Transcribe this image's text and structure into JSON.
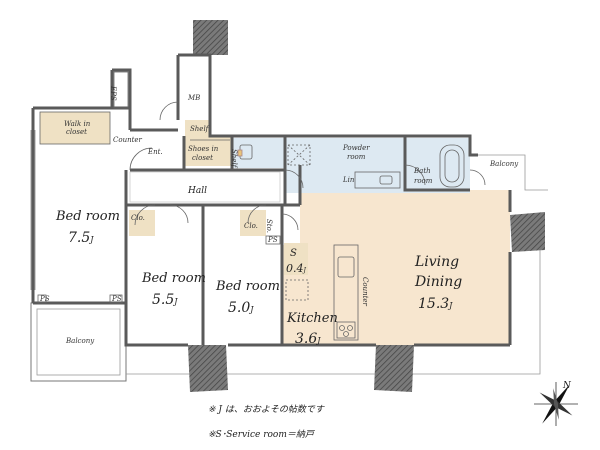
{
  "rooms": {
    "bedroom1": {
      "label": "Bed room",
      "size": "7.5",
      "unit": "J"
    },
    "bedroom2": {
      "label": "Bed room",
      "size": "5.5",
      "unit": "J"
    },
    "bedroom3": {
      "label": "Bed room",
      "size": "5.0",
      "unit": "J"
    },
    "living": {
      "label1": "Living",
      "label2": "Dining",
      "size": "15.3",
      "unit": "J"
    },
    "kitchen": {
      "label": "Kitchen",
      "size": "3.6",
      "unit": "J"
    },
    "service": {
      "label": "S",
      "size": "0.4",
      "unit": "J"
    }
  },
  "labels": {
    "hall": "Hall",
    "ent": "Ent.",
    "eps": "EPS",
    "mb": "MB",
    "shelf": "Shelf",
    "shoes1": "Shoes in",
    "shoes2": "closet",
    "walkin1": "Walk in",
    "walkin2": "closet",
    "counter": "Counter",
    "powder1": "Powder",
    "powder2": "room",
    "lin": "Lin",
    "bath1": "Bath",
    "bath2": "room",
    "balcony_right": "Balcony",
    "balcony_left": "Balcony",
    "clo1": "Clo.",
    "clo2": "Clo.",
    "sto": "Sto.",
    "ps": "PS",
    "north": "N"
  },
  "notes": {
    "note1": "※ J は、おおよその帖数です",
    "note2": "※S･Service room＝納戸"
  },
  "colors": {
    "wall": "#5a5a5a",
    "living_fill": "#f7e6cf",
    "wet_fill": "#dde9f2",
    "closet_fill": "#efe1c4",
    "floor": "#ffffff"
  }
}
